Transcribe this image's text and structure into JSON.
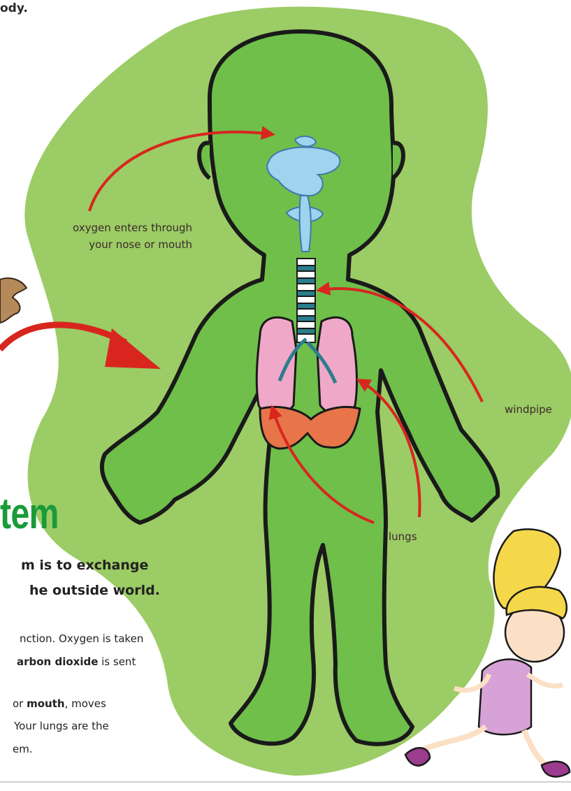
{
  "page": {
    "top_fragment": "ody.",
    "heading_fragment": "tem"
  },
  "labels": {
    "oxygen_line1": "oxygen enters through",
    "oxygen_line2": "your nose or mouth",
    "windpipe": "windpipe",
    "lungs": "lungs"
  },
  "intro": {
    "line1": "m is to exchange",
    "line2": "he outside world."
  },
  "body": {
    "line1": "nction. Oxygen is taken",
    "line2_bold": "arbon dioxide",
    "line2_rest": " is sent",
    "line3_pre": " or ",
    "line3_bold": "mouth",
    "line3_rest": ", moves",
    "line4": "Your lungs are the",
    "line5": "em."
  },
  "colors": {
    "blob": "#9ccc65",
    "body_fill": "#6fbf4a",
    "outline": "#1a1a1a",
    "arrow": "#d8261f",
    "heading": "#1a9b3a",
    "nasal": "#9fd3ee",
    "lung_pink": "#f0a8c8",
    "lung_orange": "#e8744a",
    "girl_hair": "#f5d74a",
    "girl_dress": "#d7a2d6"
  }
}
